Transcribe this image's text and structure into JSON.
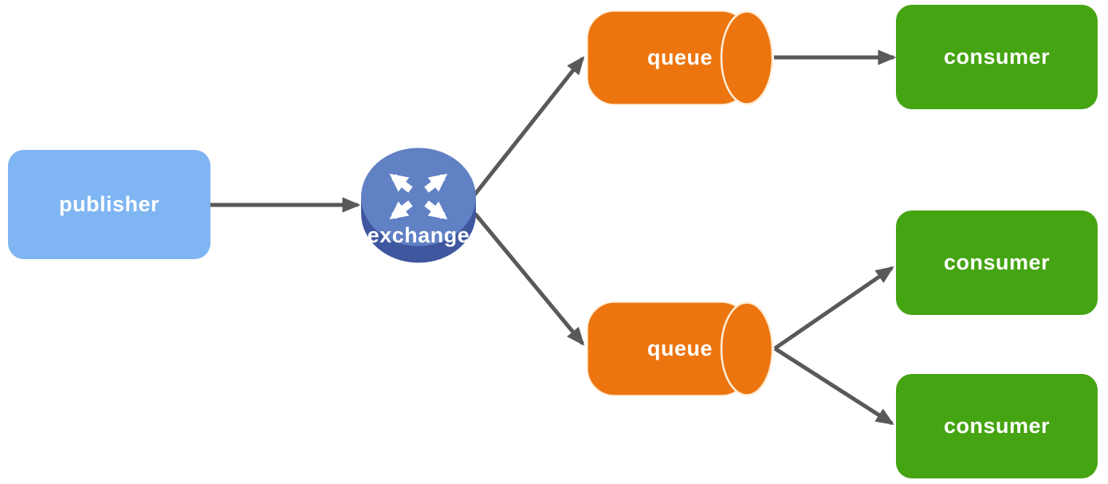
{
  "diagram": {
    "type": "message-broker-topology",
    "nodes": {
      "publisher": {
        "label": "publisher",
        "shape": "rounded-rect",
        "fill": "#7fb5f2",
        "text_color": "#ffffff"
      },
      "exchange": {
        "label": "exchange",
        "shape": "router-cylinder",
        "top_fill": "#6181c5",
        "side_fill": "#3f579f",
        "icon": "crossed-arrows-icon",
        "text_color": "#ffffff"
      },
      "queue_top": {
        "label": "queue",
        "shape": "horizontal-cylinder",
        "fill": "#ec7510",
        "cap_stroke": "#ffeed8",
        "text_color": "#ffffff"
      },
      "queue_bottom": {
        "label": "queue",
        "shape": "horizontal-cylinder",
        "fill": "#ec7510",
        "cap_stroke": "#ffeed8",
        "text_color": "#ffffff"
      },
      "consumer_top": {
        "label": "consumer",
        "shape": "rounded-rect",
        "fill": "#45a412",
        "text_color": "#ffffff"
      },
      "consumer_mid": {
        "label": "consumer",
        "shape": "rounded-rect",
        "fill": "#45a412",
        "text_color": "#ffffff"
      },
      "consumer_bottom": {
        "label": "consumer",
        "shape": "rounded-rect",
        "fill": "#45a412",
        "text_color": "#ffffff"
      }
    },
    "edges": [
      {
        "from": "publisher",
        "to": "exchange"
      },
      {
        "from": "exchange",
        "to": "queue_top"
      },
      {
        "from": "exchange",
        "to": "queue_bottom"
      },
      {
        "from": "queue_top",
        "to": "consumer_top"
      },
      {
        "from": "queue_bottom",
        "to": "consumer_mid"
      },
      {
        "from": "queue_bottom",
        "to": "consumer_bottom"
      }
    ],
    "edge_color": "#595959"
  }
}
